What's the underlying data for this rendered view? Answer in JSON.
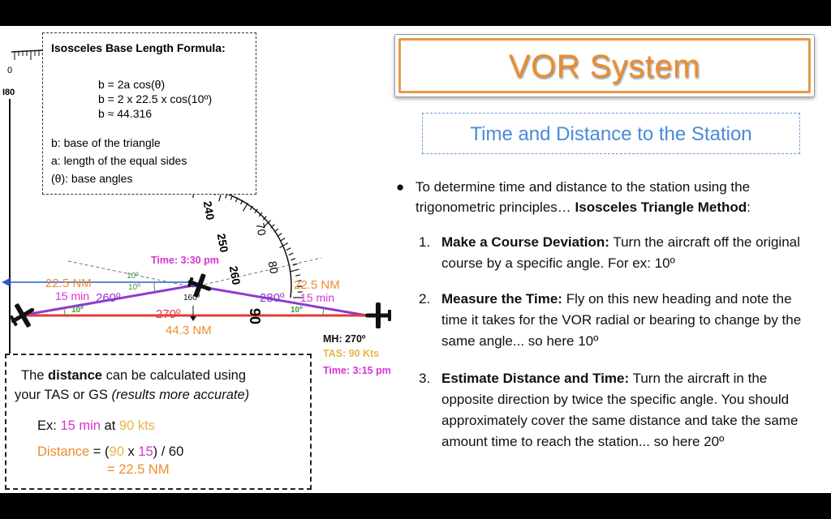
{
  "formula": {
    "title": "Isosceles Base Length Formula:",
    "lines": [
      "b = 2a cos(θ)",
      "b = 2 x 22.5 x cos(10º)",
      "b ≈ 44.316"
    ],
    "definitions": [
      "b: base of the triangle",
      "a: length of the equal sides",
      "(θ): base angles"
    ]
  },
  "diagram": {
    "compass_top_0": "0",
    "compass_top_180": "I80",
    "time_top": "Time: 3:30 pm",
    "left_dist": "22.5 NM",
    "left_time": "15 min",
    "left_heading": "260º",
    "right_dist": "22.5 NM",
    "right_time": "15 min",
    "right_heading": "280º",
    "base_heading": "270º",
    "base_dist": "44.3 NM",
    "angle_label": "10º",
    "center_angle": "160º",
    "scale_labels": [
      "240",
      "250",
      "260",
      "70",
      "80",
      "90"
    ],
    "mh": "MH: 270º",
    "tas": "TAS: 90 Kts",
    "time_start": "Time: 3:15 pm"
  },
  "distance_box": {
    "line1_pre": "The ",
    "line1_bold": "distance",
    "line1_post": " can be calculated using",
    "line2_pre": "your TAS or GS ",
    "line2_italic": "(results more accurate)",
    "ex_label": "Ex: ",
    "ex_time": "15 min",
    "ex_at": " at ",
    "ex_speed": "90 kts",
    "dist_label": "Distance",
    "dist_eq": " = (",
    "dist_speed": "90",
    "dist_x": " x ",
    "dist_time": "15",
    "dist_div": ") / 60",
    "result": "= 22.5 NM"
  },
  "title": "VOR System",
  "subtitle": "Time and Distance to the Station",
  "bullet": {
    "dot": "●",
    "text": "To determine time and distance to the station using the trigonometric principles… ",
    "bold": "Isosceles Triangle Method",
    "after": ":"
  },
  "steps": [
    {
      "num": "1.",
      "bold": "Make a Course Deviation:",
      "text": " Turn the aircraft off the original course by a specific angle.  For ex: 10º"
    },
    {
      "num": "2.",
      "bold": "Measure the Time:",
      "text": " Fly on this new heading and note the time it takes for the VOR radial or bearing to change by the same angle... so here 10º"
    },
    {
      "num": "3.",
      "bold": "Estimate Distance and Time:",
      "text": " Turn the aircraft in the opposite direction by twice the specific angle. You should approximately cover the same distance and take the same amount time to reach the station... so here 20º"
    }
  ],
  "colors": {
    "orange": "#ec8d2c",
    "magenta": "#d634d6",
    "gold": "#e8b64a",
    "purple": "#8e3ad0",
    "red": "#e23b3b",
    "blue": "#2b5ad6",
    "green": "#3a9a3a",
    "title_blue": "#4a8ad8"
  }
}
